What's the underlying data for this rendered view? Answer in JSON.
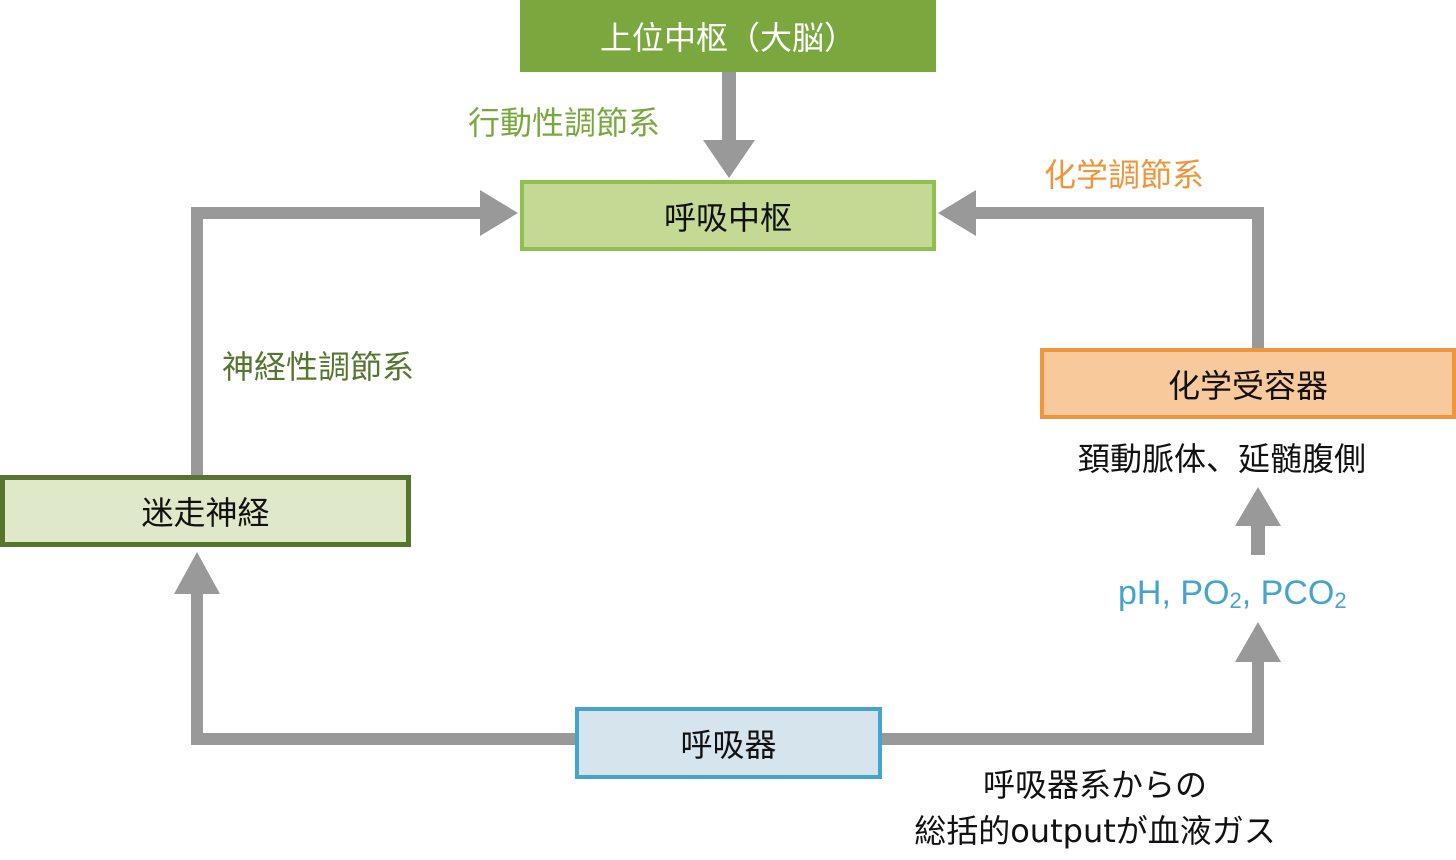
{
  "diagram": {
    "title": "呼吸調節の概要",
    "colors": {
      "connector": "#999999",
      "upper_center_fill": "#7aa83e",
      "resp_center_fill": "#c3d994",
      "resp_center_border": "#8fbf50",
      "chemoreceptor_fill": "#f8c99b",
      "chemoreceptor_border": "#f0953a",
      "vagus_fill": "#dfe8c8",
      "vagus_border": "#56752f",
      "resp_organ_fill": "#d6e4ee",
      "resp_organ_border": "#45a4cc"
    },
    "nodes": {
      "upper_center": "上位中枢（大脳）",
      "resp_center": "呼吸中枢",
      "chemoreceptor": "化学受容器",
      "vagus": "迷走神経",
      "resp_organ": "呼吸器"
    },
    "edge_labels": {
      "behavioral": "行動性調節系",
      "chemical": "化学調節系",
      "neural": "神経性調節系"
    },
    "annotations": {
      "chemo_sites": "頚動脈体、延髄腹側",
      "gases": {
        "ph": "pH, ",
        "po": "PO",
        "po_sub": "2",
        "sep": ", ",
        "pco": "PCO",
        "pco_sub": "2"
      },
      "output_line1": "呼吸器系からの",
      "output_line2": "総括的outputが血液ガス"
    },
    "edges": [
      {
        "from": "upper_center",
        "to": "resp_center",
        "label": "behavioral"
      },
      {
        "from": "vagus",
        "to": "resp_center",
        "label": "neural"
      },
      {
        "from": "chemoreceptor",
        "to": "resp_center",
        "label": "chemical"
      },
      {
        "from": "resp_organ",
        "to": "vagus"
      },
      {
        "from": "resp_organ",
        "to": "chemoreceptor",
        "via": "gases"
      }
    ]
  }
}
